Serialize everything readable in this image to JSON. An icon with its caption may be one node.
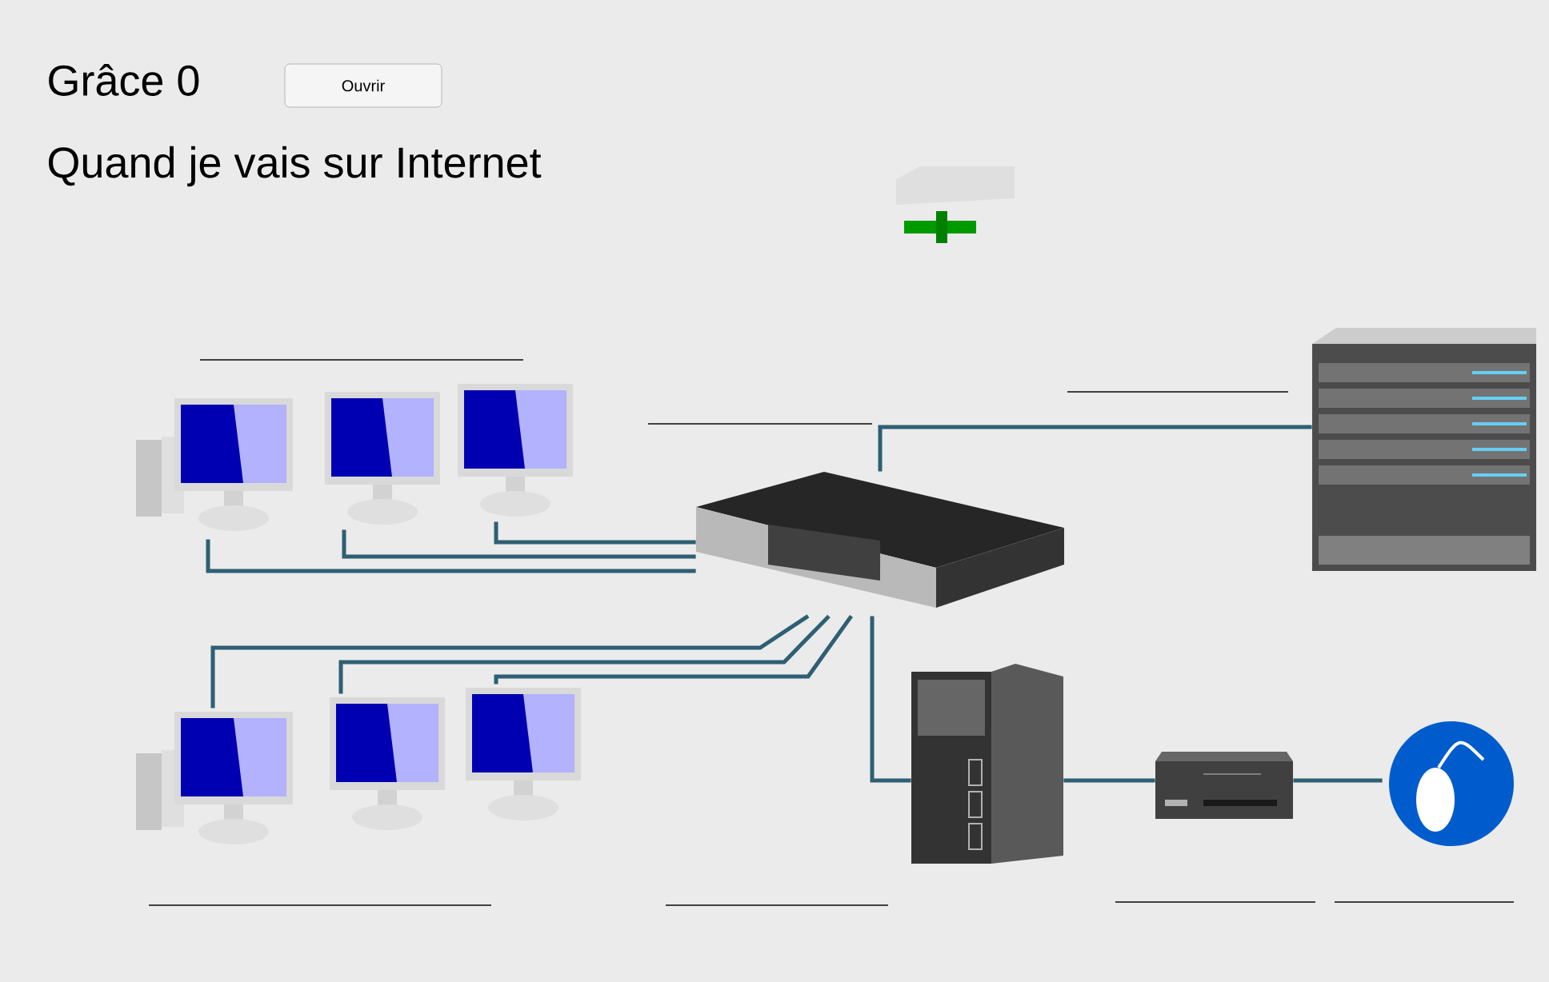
{
  "diagram": {
    "title": "Quand je vais sur Internet",
    "nodes": [
      {
        "text": [],
        "shape": "picture"
      },
      {
        "text": [],
        "shape": "picture"
      },
      {
        "text": [],
        "shape": "picture"
      },
      {
        "text": [],
        "shape": "picture"
      },
      {
        "text": [],
        "shape": "picture"
      },
      {
        "text": [],
        "shape": "picture"
      },
      {
        "text": [],
        "shape": "picture"
      },
      {
        "text": [],
        "shape": "picture"
      },
      {
        "text": [],
        "shape": "picture"
      },
      {
        "text": [],
        "shape": "picture"
      },
      {
        "text": [],
        "shape": "picture"
      }
    ],
    "edges": [
      {
        "from": 0,
        "to": 6,
        "arrow": "none"
      },
      {
        "from": 1,
        "to": 6,
        "arrow": "none"
      },
      {
        "from": 2,
        "to": 6,
        "arrow": "none"
      },
      {
        "from": 3,
        "to": 6,
        "arrow": "none"
      },
      {
        "from": 4,
        "to": 6,
        "arrow": "none"
      },
      {
        "from": 5,
        "to": 6,
        "arrow": "none"
      },
      {
        "from": 6,
        "to": 7,
        "arrow": "none"
      },
      {
        "from": 6,
        "to": 8,
        "arrow": "none"
      },
      {
        "from": 8,
        "to": 9,
        "arrow": "none"
      },
      {
        "from": 9,
        "to": 10,
        "arrow": "none"
      }
    ],
    "labels": [
      "Grâce 0",
      "Ouvrir"
    ]
  }
}
